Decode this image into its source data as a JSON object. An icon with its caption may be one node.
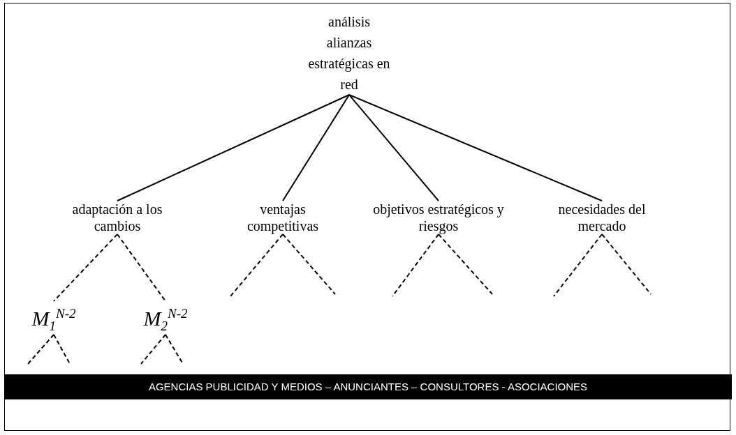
{
  "diagram": {
    "nodes": [
      {
        "text": [
          "análisis alianzas estratégicas en red"
        ]
      },
      {
        "text": [
          "adaptación a los cambios"
        ]
      },
      {
        "text": [
          "ventajas competitivas"
        ]
      },
      {
        "text": [
          "objetivos estratégicos y riesgos"
        ]
      },
      {
        "text": [
          "necesidades del mercado"
        ]
      },
      {
        "text": [
          "M$_{1}$$^{N-2}$"
        ]
      },
      {
        "text": [
          "M$_{2}$$^{N-2}$"
        ]
      },
      {
        "text": [
          "AGENCIAS PUBLICIDAD Y MEDIOS – ANUNCIANTES – CONSULTORES - ASOCIACIONES"
        ]
      }
    ],
    "edges": [
      {
        "from": 0,
        "to": 1,
        "arrow": "none"
      },
      {
        "from": 0,
        "to": 2,
        "arrow": "none"
      },
      {
        "from": 0,
        "to": 3,
        "arrow": "none"
      },
      {
        "from": 0,
        "to": 4,
        "arrow": "none"
      },
      {
        "from": 1,
        "to": 5,
        "arrow": "none",
        "style": "dashed"
      },
      {
        "from": 1,
        "to": 6,
        "arrow": "none",
        "style": "dashed"
      },
      {
        "from": 2,
        "to": null,
        "arrow": "none",
        "style": "dashed"
      },
      {
        "from": 2,
        "to": null,
        "arrow": "none",
        "style": "dashed"
      },
      {
        "from": 3,
        "to": null,
        "arrow": "none",
        "style": "dashed"
      },
      {
        "from": 3,
        "to": null,
        "arrow": "none",
        "style": "dashed"
      },
      {
        "from": 4,
        "to": null,
        "arrow": "none",
        "style": "dashed"
      },
      {
        "from": 4,
        "to": null,
        "arrow": "none",
        "style": "dashed"
      },
      {
        "from": 5,
        "to": null,
        "arrow": "none",
        "style": "dashed"
      },
      {
        "from": 5,
        "to": null,
        "arrow": "none",
        "style": "dashed"
      },
      {
        "from": 6,
        "to": null,
        "arrow": "none",
        "style": "dashed"
      },
      {
        "from": 6,
        "to": null,
        "arrow": "none",
        "style": "dashed"
      }
    ]
  }
}
